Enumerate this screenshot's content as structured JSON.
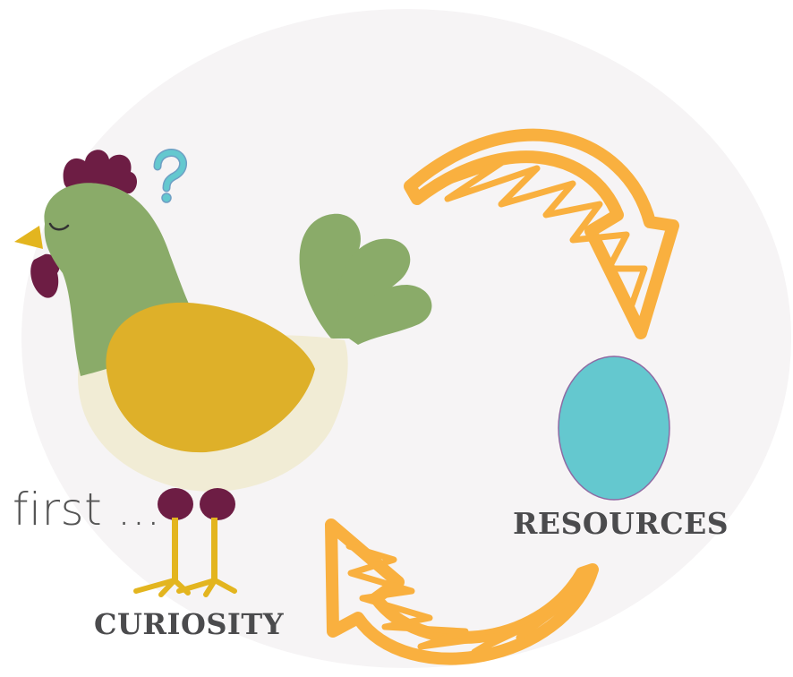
{
  "labels": {
    "first": "first ...",
    "resources": "RESOURCES",
    "curiosity": "CURIOSITY"
  },
  "colors": {
    "background_circle": "#f6f4f5",
    "arrow": "#f9b03f",
    "egg": "#64c8cf",
    "hen_head": "#8aab69",
    "hen_wing": "#deb029",
    "hen_body": "#f1ecd5",
    "comb": "#6d1d44",
    "beak_legs": "#e3b51f",
    "question_mark": "#64c8cf"
  },
  "icons": [
    "hen-icon",
    "question-mark-icon",
    "egg-icon",
    "cycle-arrow-icon"
  ]
}
